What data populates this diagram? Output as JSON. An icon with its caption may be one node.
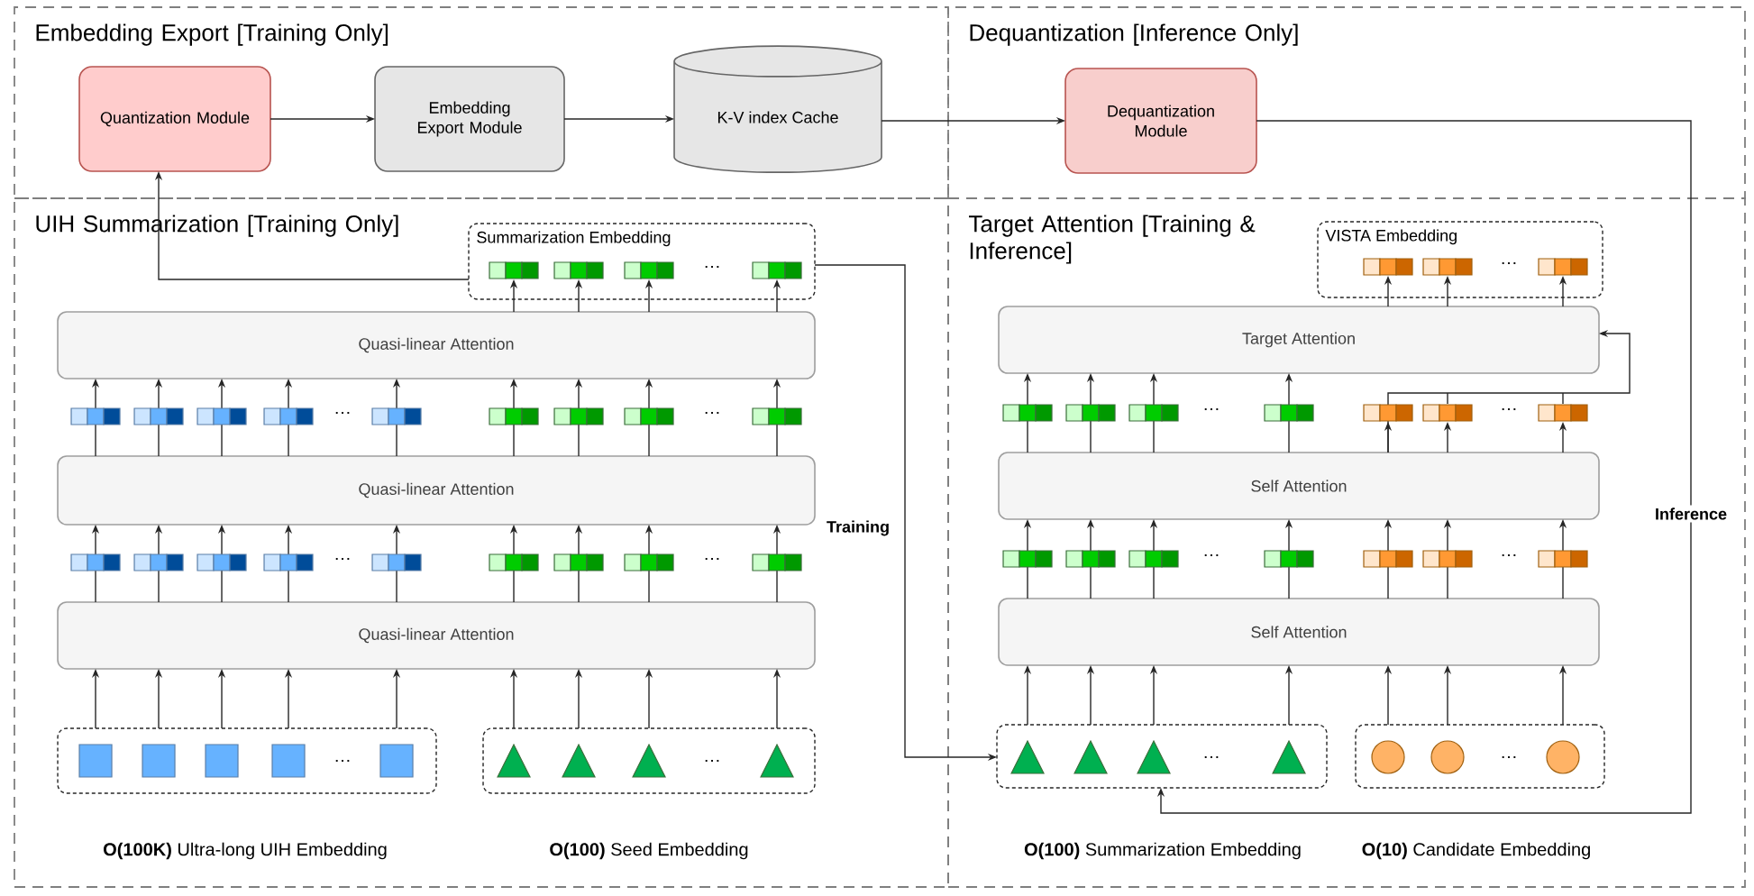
{
  "diagram": {
    "nodes": [
      {
        "text": [
          "Embedding Export [Training Only]"
        ]
      },
      {
        "text": [
          "Quantization Module"
        ],
        "in": 0
      },
      {
        "text": [
          "Embedding Export Module"
        ],
        "in": 0
      },
      {
        "text": [
          "K-V index Cache"
        ],
        "in": 0
      },
      {
        "text": [
          "Dequantization [Inference Only]"
        ]
      },
      {
        "text": [
          "Dequantization Module"
        ],
        "in": 4
      },
      {
        "text": [
          "UIH Summarization [Training Only]"
        ]
      },
      {
        "text": [
          "Summarization Embedding",
          "…"
        ],
        "in": 6
      },
      {
        "text": [
          "Quasi-linear Attention"
        ],
        "in": 6
      },
      {
        "text": [
          "Quasi-linear Attention"
        ],
        "in": 6
      },
      {
        "text": [
          "Quasi-linear Attention"
        ],
        "in": 6
      },
      {
        "text": [
          "…"
        ],
        "in": 6,
        "beside": [
          "**O(100K)** Ultra-long UIH Embedding"
        ]
      },
      {
        "text": [
          "…"
        ],
        "in": 6,
        "beside": [
          "**O(100)** Seed Embedding"
        ]
      },
      {
        "text": [
          "Target Attention [Training & Inference]"
        ]
      },
      {
        "text": [
          "VISTA Embedding",
          "…"
        ],
        "in": 13
      },
      {
        "text": [
          "Target Attention"
        ],
        "in": 13
      },
      {
        "text": [
          "Self Attention"
        ],
        "in": 13
      },
      {
        "text": [
          "Self Attention"
        ],
        "in": 13
      },
      {
        "text": [
          "…"
        ],
        "in": 13,
        "beside": [
          "**O(100)** Summarization Embedding"
        ]
      },
      {
        "text": [
          "…"
        ],
        "in": 13,
        "beside": [
          "**O(10)** Candidate Embedding"
        ]
      }
    ],
    "edges": [
      {
        "from": 1,
        "to": 2,
        "arrow": "to"
      },
      {
        "from": 2,
        "to": 3,
        "arrow": "to"
      },
      {
        "from": 3,
        "to": 5,
        "arrow": "to"
      },
      {
        "from": 7,
        "to": 1,
        "arrow": "to"
      },
      {
        "from": 7,
        "to": 18,
        "arrow": "to",
        "label": "Training"
      },
      {
        "from": 5,
        "to": 18,
        "arrow": "to",
        "label": "Inference"
      },
      {
        "from": 11,
        "to": 10,
        "arrow": "to"
      },
      {
        "from": 12,
        "to": 10,
        "arrow": "to"
      },
      {
        "from": 10,
        "to": 9,
        "arrow": "to"
      },
      {
        "from": 9,
        "to": 8,
        "arrow": "to"
      },
      {
        "from": 8,
        "to": 7,
        "arrow": "to"
      },
      {
        "from": 18,
        "to": 17,
        "arrow": "to"
      },
      {
        "from": 19,
        "to": 17,
        "arrow": "to"
      },
      {
        "from": 17,
        "to": 16,
        "arrow": "to"
      },
      {
        "from": 16,
        "to": 15,
        "arrow": "to"
      },
      {
        "from": 15,
        "to": 14,
        "arrow": "to"
      }
    ],
    "labels": [
      "…",
      "…",
      "…",
      "…",
      "…",
      "…",
      "…",
      "…"
    ]
  }
}
